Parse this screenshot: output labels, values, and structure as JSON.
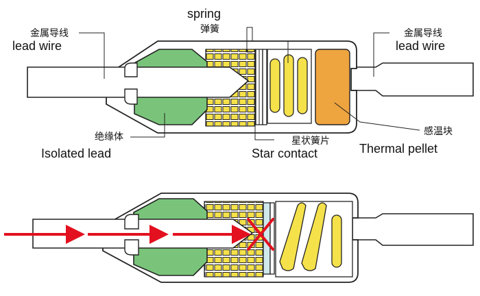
{
  "labels": {
    "lead_wire_left_cn": "金属导线",
    "lead_wire_left_en": "lead wire",
    "spring_en": "spring",
    "spring_cn": "弹簧",
    "lead_wire_right_cn": "金属导线",
    "lead_wire_right_en": "lead wire",
    "isolated_cn": "绝缘体",
    "isolated_en": "Isolated lead",
    "star_cn": "星状簧片",
    "star_en": "Star contact",
    "thermal_cn": "感温块",
    "thermal_en": "Thermal pellet"
  },
  "colors": {
    "green": "#79c47a",
    "yellow": "#f5e14a",
    "orange": "#eea43f",
    "red": "#e3101f",
    "stroke": "#222222",
    "ceramic": "#cfe8ec"
  }
}
